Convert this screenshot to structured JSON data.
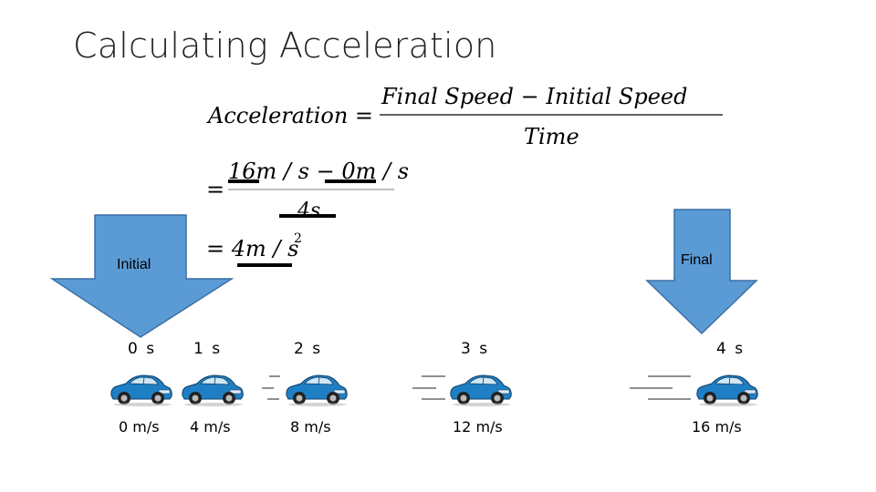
{
  "title": "Calculating Acceleration",
  "formula": {
    "lhs": "Acceleration =",
    "numerator": "Final    Speed − Initial    Speed",
    "denominator": "Time",
    "step2_equals": "=",
    "step2_numerator": "16m / s − 0m / s",
    "step2_denominator": "4s",
    "step3": "= 4m / s",
    "step3_exponent": "2"
  },
  "arrows": {
    "initial_label": "Initial",
    "final_label": "Final",
    "color": "#5b9bd5",
    "outline": "#3a6fa5"
  },
  "timeline": [
    {
      "time": "0 s",
      "speed": "0 m/s"
    },
    {
      "time": "1 s",
      "speed": "4 m/s"
    },
    {
      "time": "2 s",
      "speed": "8 m/s"
    },
    {
      "time": "3 s",
      "speed": "12 m/s"
    },
    {
      "time": "4 s",
      "speed": "16 m/s"
    }
  ],
  "car_color": "#1f7fc4",
  "icons": {
    "car": "car-icon",
    "arrow": "down-arrow-icon"
  }
}
